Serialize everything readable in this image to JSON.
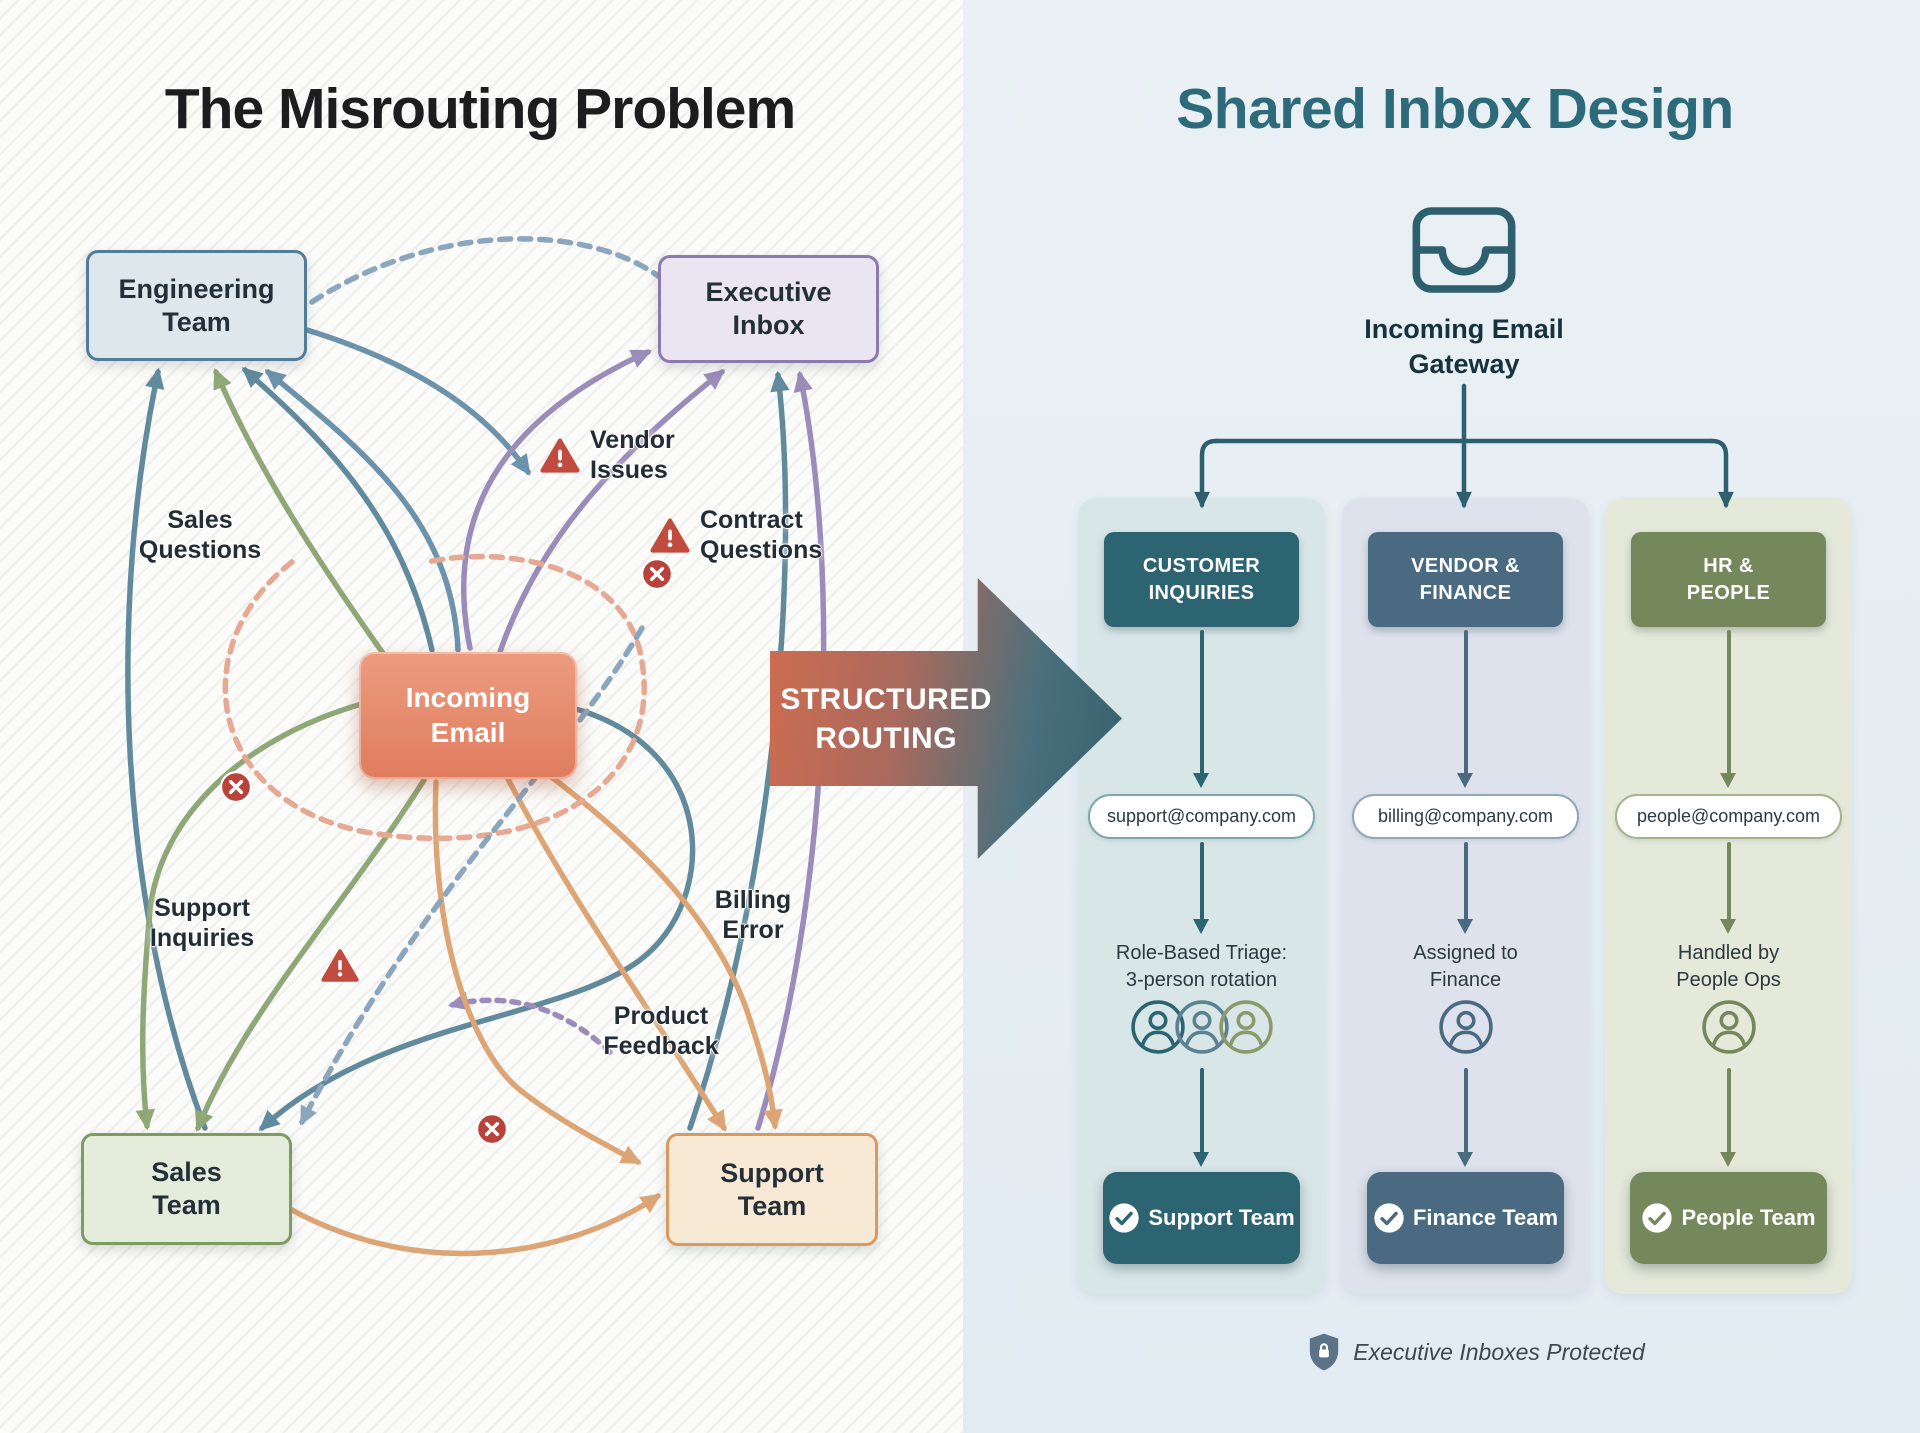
{
  "left": {
    "title": "The Misrouting Problem",
    "nodes": {
      "engineering": "Engineering\nTeam",
      "executive": "Executive\nInbox",
      "incoming": "Incoming\nEmail",
      "sales": "Sales\nTeam",
      "support": "Support\nTeam"
    },
    "labels": {
      "sales_questions": "Sales\nQuestions",
      "vendor_issues": "Vendor\nIssues",
      "contract_questions": "Contract\nQuestions",
      "support_inquiries": "Support\nInquiries",
      "billing_error": "Billing\nError",
      "product_feedback": "Product\nFeedback"
    }
  },
  "center": {
    "arrow_label": "STRUCTURED\nROUTING"
  },
  "right": {
    "title": "Shared Inbox Design",
    "gateway_label": "Incoming Email\nGateway",
    "columns": [
      {
        "header": "CUSTOMER\nINQUIRIES",
        "email": "support@company.com",
        "process": "Role-Based Triage:\n3-person rotation",
        "team": "Support Team",
        "accent": "#2c6472"
      },
      {
        "header": "VENDOR &\nFINANCE",
        "email": "billing@company.com",
        "process": "Assigned to\nFinance",
        "team": "Finance Team",
        "accent": "#4a6a81"
      },
      {
        "header": "HR &\nPEOPLE",
        "email": "people@company.com",
        "process": "Handled by\nPeople Ops",
        "team": "People Team",
        "accent": "#75885b"
      }
    ],
    "footer_note": "Executive Inboxes Protected"
  },
  "colors": {
    "left_title": "#1d1d1f",
    "right_title": "#2e6b7a",
    "incoming_node": "#e4896c",
    "engineering_border": "#517d98",
    "executive_border": "#8b7ab0",
    "sales_border": "#7f9b61",
    "support_border": "#d89a63",
    "routing_arrow_start": "#d06c50",
    "routing_arrow_end": "#35606c",
    "alert_red": "#bf4339",
    "gateway_teal": "#2d5f6e"
  }
}
